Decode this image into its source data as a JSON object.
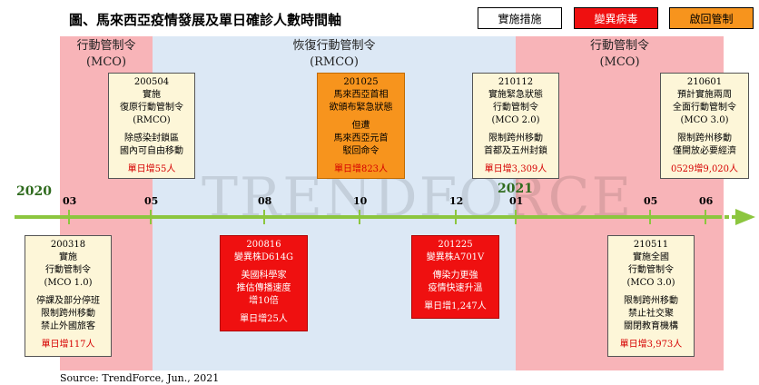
{
  "title": "圖、馬來西亞疫情發展及單日確診人數時間軸",
  "legend": {
    "items": [
      {
        "label": "實施措施",
        "color": "#ffffff",
        "text_color": "#000000"
      },
      {
        "label": "變異病毒",
        "color": "#ef1010",
        "text_color": "#ffffff"
      },
      {
        "label": "啟回管制",
        "color": "#f7941d",
        "text_color": "#000000"
      }
    ]
  },
  "colors": {
    "mco_band": "#f8b4b8",
    "rmco_band": "#dce8f5",
    "timeline": "#8cc63f",
    "year_label": "#2f6b1e",
    "stat_red": "#d60000"
  },
  "bands": [
    {
      "line1": "行動管制令",
      "line2": "(MCO)"
    },
    {
      "line1": "恢復行動管制令",
      "line2": "(RMCO)"
    },
    {
      "line1": "行動管制令",
      "line2": "(MCO)"
    }
  ],
  "timeline": {
    "year_start": "2020",
    "year_mid": "2021",
    "ticks": [
      "03",
      "05",
      "08",
      "10",
      "12",
      "01",
      "05",
      "06"
    ]
  },
  "events": [
    {
      "date": "200504",
      "lines": [
        "實施",
        "復原行動管制令",
        "(RMCO)"
      ],
      "lines2": [
        "除感染封鎖區",
        "國內可自由移動"
      ],
      "stat": "單日增55人"
    },
    {
      "date": "201025",
      "lines": [
        "馬來西亞首相",
        "欲頒布緊急狀態"
      ],
      "lines2": [
        "但遭",
        "馬來西亞元首",
        "駁回命令"
      ],
      "stat": "單日增823人"
    },
    {
      "date": "210112",
      "lines": [
        "實施緊急狀態",
        "行動管制令",
        "(MCO 2.0)"
      ],
      "lines2": [
        "限制跨州移動",
        "首都及五州封鎖"
      ],
      "stat": "單日增3,309人"
    },
    {
      "date": "210601",
      "lines": [
        "預計實施兩周",
        "全面行動管制令",
        "(MCO 3.0)"
      ],
      "lines2": [
        "限制跨州移動",
        "僅開放必要經濟"
      ],
      "stat": "0529增9,020人"
    },
    {
      "date": "200318",
      "lines": [
        "實施",
        "行動管制令",
        "(MCO 1.0)"
      ],
      "lines2": [
        "停課及部分停班",
        "限制跨州移動",
        "禁止外國旅客"
      ],
      "stat": "單日增117人"
    },
    {
      "date": "200816",
      "lines": [
        "變異株D614G"
      ],
      "lines2": [
        "美國科學家",
        "推估傳播速度",
        "增10倍"
      ],
      "stat": "單日增25人"
    },
    {
      "date": "201225",
      "lines": [
        "變異株A701V"
      ],
      "lines2": [
        "傳染力更強",
        "疫情快速升溫"
      ],
      "stat": "單日增1,247人"
    },
    {
      "date": "210511",
      "lines": [
        "實施全國",
        "行動管制令",
        "(MCO 3.0)"
      ],
      "lines2": [
        "限制跨州移動",
        "禁止社交聚",
        "關閉教育機構"
      ],
      "stat": "單日增3,973人"
    }
  ],
  "watermark": "TRENDFORCE",
  "source": "Source: TrendForce, Jun., 2021"
}
